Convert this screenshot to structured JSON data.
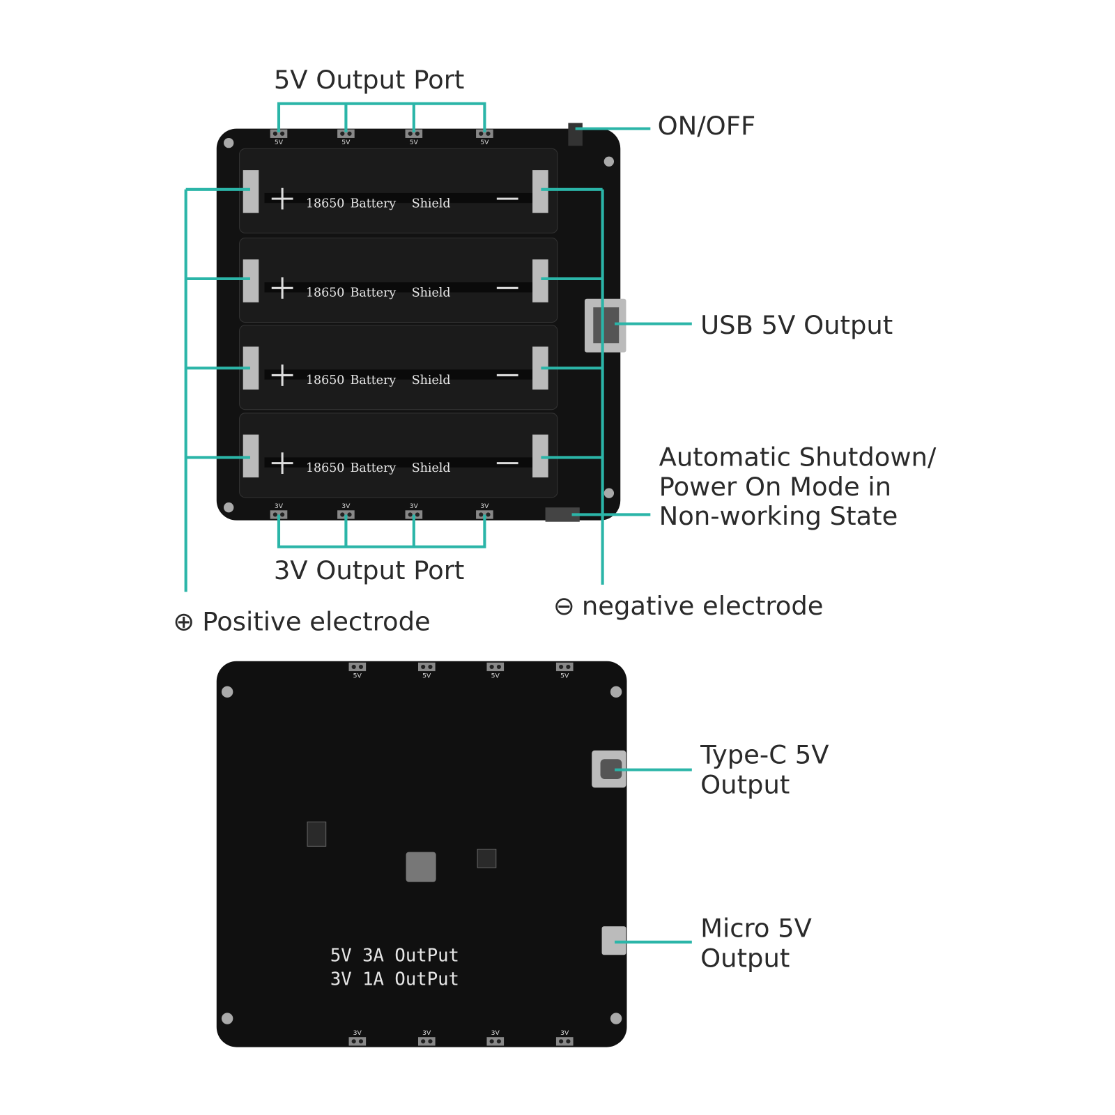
{
  "callouts": {
    "output_5v_port": "5V Output Port",
    "on_off": "ON/OFF",
    "usb_5v_output": "USB 5V Output",
    "auto_shutdown_line1": "Automatic Shutdown/",
    "auto_shutdown_line2": "Power On Mode in",
    "auto_shutdown_line3": "Non-working State",
    "output_3v_port": "3V Output Port",
    "negative_electrode": "negative electrode",
    "positive_electrode": "Positive electrode",
    "typec_line1": "Type-C 5V",
    "typec_line2": "Output",
    "micro_line1": "Micro 5V",
    "micro_line2": "Output"
  },
  "symbols": {
    "plus": "⊕",
    "minus": "⊖"
  },
  "battery_slots": [
    {
      "size": "18650",
      "word1": "Battery",
      "word2": "Shield"
    },
    {
      "size": "18650",
      "word1": "Battery",
      "word2": "Shield"
    },
    {
      "size": "18650",
      "word1": "Battery",
      "word2": "Shield"
    },
    {
      "size": "18650",
      "word1": "Battery",
      "word2": "Shield"
    }
  ],
  "port_labels": {
    "five_v": "5V",
    "three_v": "3V"
  },
  "back_board": {
    "line1": "5V 3A OutPut",
    "line2": "3V 1A OutPut"
  },
  "colors": {
    "accent": "#2bb5a8",
    "board": "#111111"
  }
}
